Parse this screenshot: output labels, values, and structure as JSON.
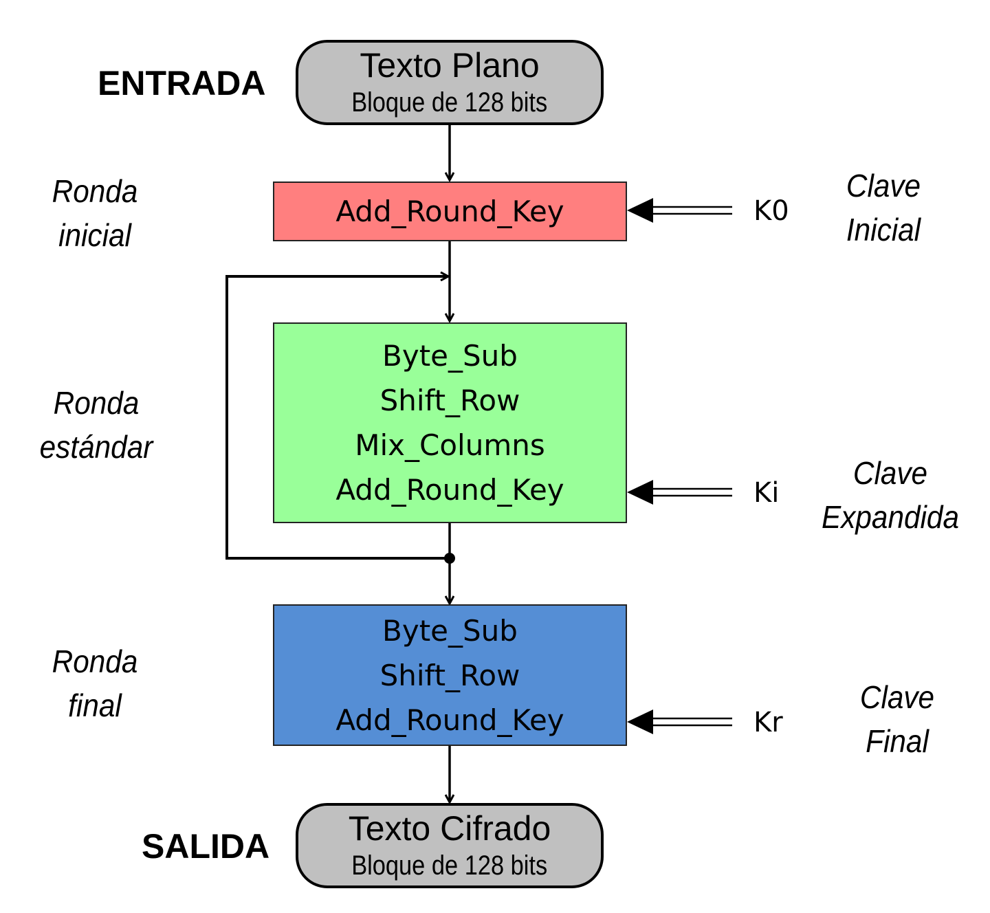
{
  "input": {
    "side_label": "ENTRADA",
    "title": "Texto Plano",
    "subtitle": "Bloque de 128 bits"
  },
  "output": {
    "side_label": "SALIDA",
    "title": "Texto Cifrado",
    "subtitle": "Bloque de 128 bits"
  },
  "rounds": [
    {
      "label": [
        "Ronda",
        "inicial"
      ],
      "steps": [
        "Add_Round_Key"
      ],
      "color": "#ff7f7f",
      "key": "K0",
      "key_label": [
        "Clave",
        "Inicial"
      ]
    },
    {
      "label": [
        "Ronda",
        "estándar"
      ],
      "steps": [
        "Byte_Sub",
        "Shift_Row",
        "Mix_Columns",
        "Add_Round_Key"
      ],
      "color": "#99ff99",
      "key": "Ki",
      "key_label": [
        "Clave",
        "Expandida"
      ]
    },
    {
      "label": [
        "Ronda",
        "final"
      ],
      "steps": [
        "Byte_Sub",
        "Shift_Row",
        "Add_Round_Key"
      ],
      "color": "#558ed5",
      "key": "Kr",
      "key_label": [
        "Clave",
        "Final"
      ]
    }
  ],
  "colors": {
    "terminal_fill": "#c0c0c0",
    "line": "#000000"
  }
}
